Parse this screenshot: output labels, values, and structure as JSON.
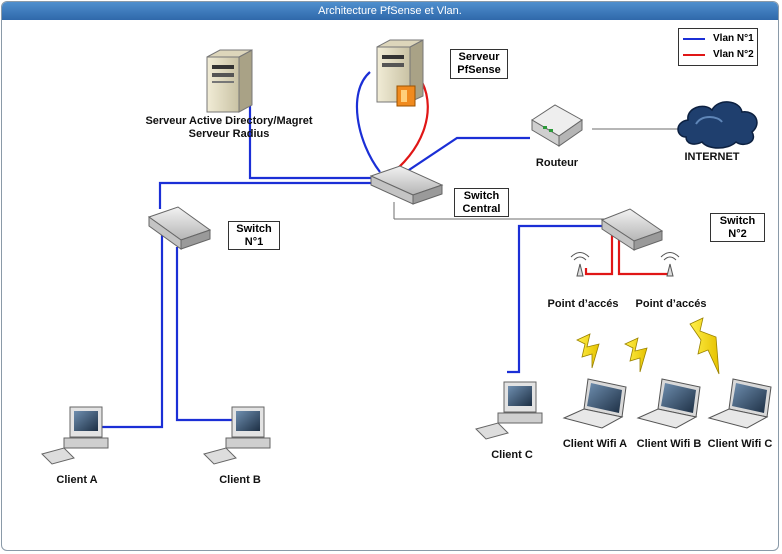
{
  "title": "Architecture PfSense et Vlan.",
  "legend": [
    {
      "label": "Vlan N°1",
      "color": "#1b2fd6"
    },
    {
      "label": "Vlan N°2",
      "color": "#e01616"
    }
  ],
  "nodes": {
    "server_ad": {
      "line1": "Serveur Active Directory/Magret",
      "line2": "Serveur Radius"
    },
    "server_pfsense": {
      "line1": "Serveur",
      "line2": "PfSense"
    },
    "router": {
      "label": "Routeur"
    },
    "internet": {
      "label": "INTERNET"
    },
    "switch_central": {
      "line1": "Switch",
      "line2": "Central"
    },
    "switch_1": {
      "line1": "Switch",
      "line2": "N°1"
    },
    "switch_2": {
      "line1": "Switch",
      "line2": "N°2"
    },
    "ap_1": {
      "label": "Point d’accés"
    },
    "ap_2": {
      "label": "Point d’accés"
    },
    "client_a": {
      "label": "Client A"
    },
    "client_b": {
      "label": "Client B"
    },
    "client_c": {
      "label": "Client C"
    },
    "wifi_a": {
      "label": "Client Wifi A"
    },
    "wifi_b": {
      "label": "Client Wifi B"
    },
    "wifi_c": {
      "label": "Client Wifi C"
    }
  },
  "icons": [
    "server-icon",
    "firewall-server-icon",
    "router-icon",
    "cloud-icon",
    "switch-icon",
    "access-point-icon",
    "desktop-pc-icon",
    "laptop-icon",
    "lightning-icon"
  ]
}
